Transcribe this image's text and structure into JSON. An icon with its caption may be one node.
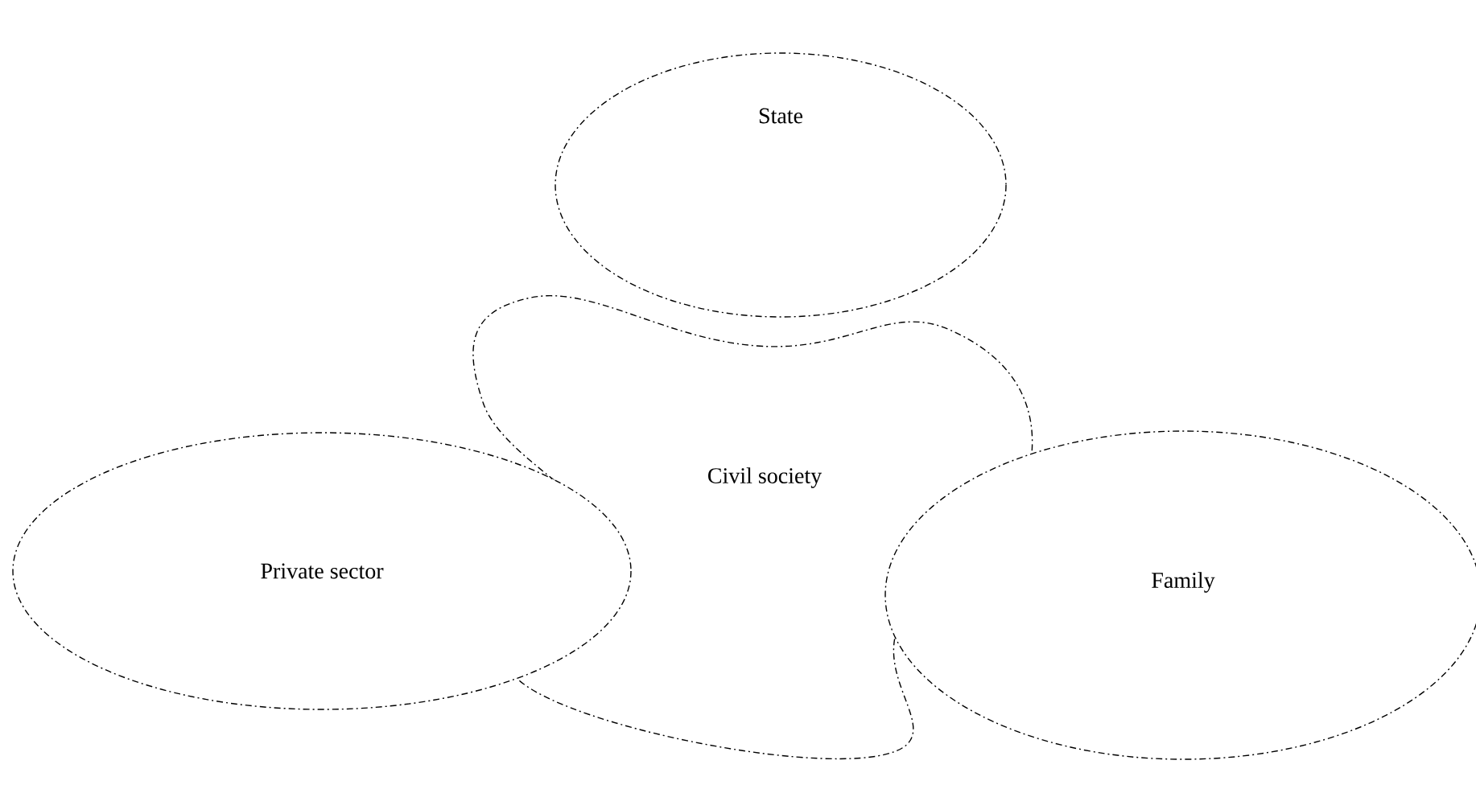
{
  "diagram": {
    "nodes": [
      {
        "text": [
          "State"
        ]
      },
      {
        "text": [
          "Private sector"
        ]
      },
      {
        "text": [
          "Civil society"
        ]
      },
      {
        "text": [
          "Family"
        ]
      }
    ]
  }
}
